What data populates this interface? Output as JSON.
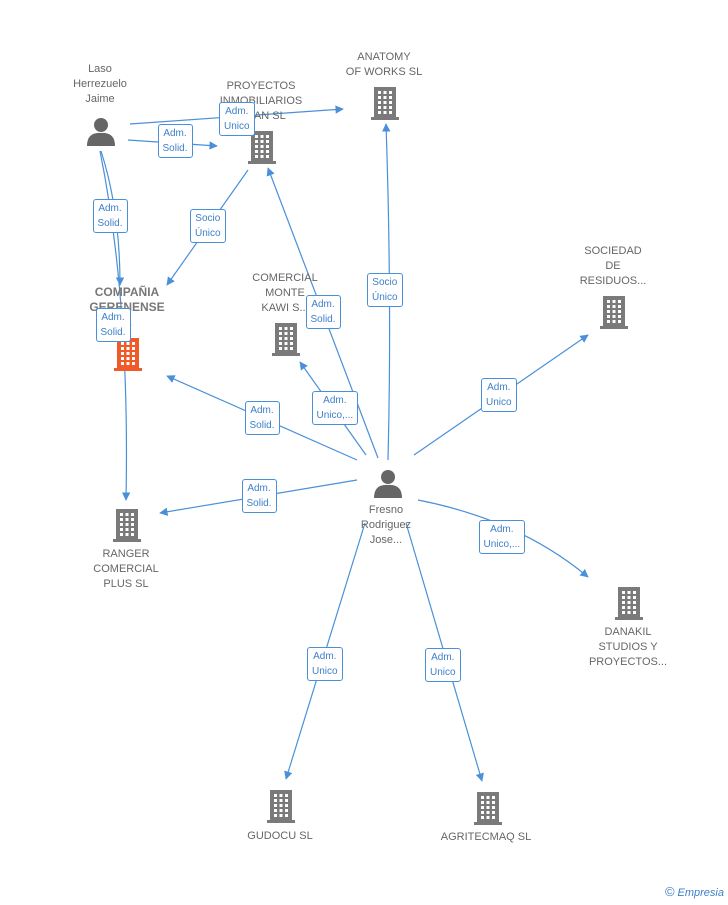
{
  "colors": {
    "edge": "#4a90d9",
    "company": "#7a7a7a",
    "company_main": "#f05a28",
    "person": "#666666"
  },
  "nodes": [
    {
      "id": "laso",
      "type": "person",
      "lines": [
        "Laso",
        "Herrezuelo",
        "Jaime"
      ]
    },
    {
      "id": "proyectos",
      "type": "company",
      "lines": [
        "PROYECTOS",
        "INMOBILIARIOS",
        "...GAN  SL"
      ]
    },
    {
      "id": "anatomy",
      "type": "company",
      "lines": [
        "ANATOMY",
        "OF WORKS  SL"
      ]
    },
    {
      "id": "sociedad",
      "type": "company",
      "lines": [
        "SOCIEDAD",
        "DE",
        "RESIDUOS..."
      ]
    },
    {
      "id": "compania",
      "type": "company_main",
      "lines": [
        "COMPAÑIA",
        "GERENENSE",
        "..."
      ]
    },
    {
      "id": "comercial",
      "type": "company",
      "lines": [
        "COMERCIAL",
        "MONTE",
        "KAWI  S..."
      ]
    },
    {
      "id": "fresno",
      "type": "person",
      "lines": [
        "Fresno",
        "Rodriguez",
        "Jose..."
      ]
    },
    {
      "id": "ranger",
      "type": "company",
      "lines": [
        "RANGER",
        "COMERCIAL",
        "PLUS  SL"
      ]
    },
    {
      "id": "danakil",
      "type": "company",
      "lines": [
        "DANAKIL",
        "STUDIOS Y",
        "PROYECTOS..."
      ]
    },
    {
      "id": "gudocu",
      "type": "company",
      "lines": [
        "GUDOCU  SL"
      ]
    },
    {
      "id": "agritecmaq",
      "type": "company",
      "lines": [
        "AGRITECMAQ SL"
      ]
    }
  ],
  "edges": [
    {
      "from": "laso",
      "to": "proyectos",
      "label": [
        "Adm.",
        "Solid."
      ]
    },
    {
      "from": "laso",
      "to": "anatomy",
      "label": [
        "Adm.",
        "Unico"
      ]
    },
    {
      "from": "laso",
      "to": "compania",
      "label": [
        "Adm.",
        "Solid."
      ]
    },
    {
      "from": "laso",
      "to": "ranger",
      "label": [
        "Adm.",
        "Solid."
      ]
    },
    {
      "from": "proyectos",
      "to": "compania",
      "label": [
        "Socio",
        "Único"
      ]
    },
    {
      "from": "fresno",
      "to": "anatomy",
      "label": [
        "Socio",
        "Único"
      ]
    },
    {
      "from": "fresno",
      "to": "proyectos",
      "label": [
        "Adm.",
        "Solid."
      ]
    },
    {
      "from": "fresno",
      "to": "comercial",
      "label": [
        "Adm.",
        "Unico,..."
      ]
    },
    {
      "from": "fresno",
      "to": "compania",
      "label": [
        "Adm.",
        "Solid."
      ]
    },
    {
      "from": "fresno",
      "to": "ranger",
      "label": [
        "Adm.",
        "Solid."
      ]
    },
    {
      "from": "fresno",
      "to": "sociedad",
      "label": [
        "Adm.",
        "Unico"
      ]
    },
    {
      "from": "fresno",
      "to": "danakil",
      "label": [
        "Adm.",
        "Unico,..."
      ]
    },
    {
      "from": "fresno",
      "to": "gudocu",
      "label": [
        "Adm.",
        "Unico"
      ]
    },
    {
      "from": "fresno",
      "to": "agritecmaq",
      "label": [
        "Adm.",
        "Unico"
      ]
    }
  ],
  "watermark": {
    "symbol": "©",
    "text": "Empresia"
  }
}
